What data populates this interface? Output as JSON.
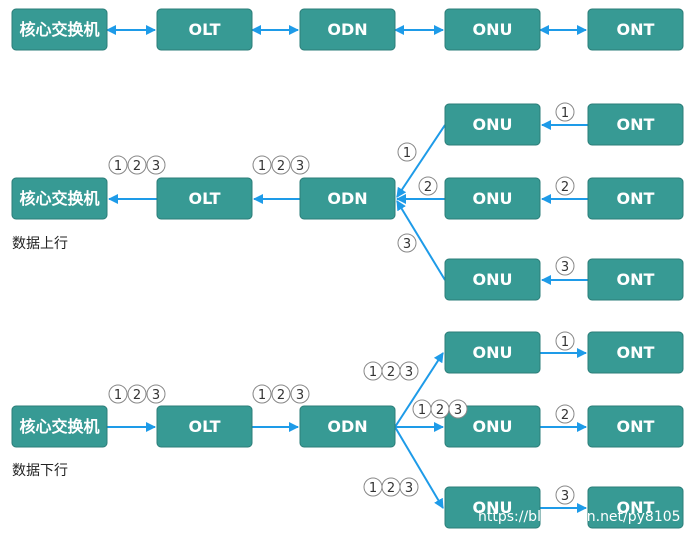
{
  "labels": {
    "core_switch": "核心交换机",
    "olt": "OLT",
    "odn": "ODN",
    "onu": "ONU",
    "ont": "ONT"
  },
  "captions": {
    "upstream": "数据上行",
    "downstream": "数据下行"
  },
  "badge_numbers": [
    "1",
    "2",
    "3"
  ],
  "watermark": "https://blog.csdn.net/py8105",
  "colors": {
    "node_fill": "#379a94",
    "arrow": "#1e9be8"
  }
}
